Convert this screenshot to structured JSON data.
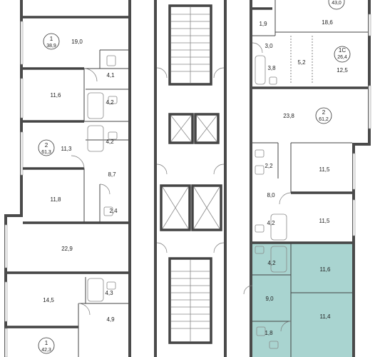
{
  "colors": {
    "highlight": "#a9d4d0",
    "wall": "#4a4a4a",
    "background": "#ffffff"
  },
  "left_column": {
    "apartment_a": {
      "number": "1",
      "area": "38,9"
    },
    "rooms_a": [
      "19,0",
      "4,1",
      "11,6",
      "4,2"
    ],
    "apartment_b": {
      "number": "2",
      "area": "61,3"
    },
    "rooms_b": [
      "4,2",
      "11,3",
      "8,7",
      "11,8",
      "2,4"
    ],
    "room_c": "22,9",
    "rooms_d": [
      "14,5",
      "4,3",
      "4,9"
    ],
    "apartment_e": {
      "number": "1",
      "area": "42,3"
    }
  },
  "right_column": {
    "apartment_top": {
      "area": "43,0"
    },
    "rooms_top": [
      "1,9",
      "18,6"
    ],
    "apartment_studio": {
      "number": "1С",
      "area": "26,4"
    },
    "rooms_studio": [
      "3,0",
      "3,8",
      "5,2",
      "12,5"
    ],
    "apartment_two": {
      "number": "2",
      "area": "61,2"
    },
    "rooms_two": [
      "23,8",
      "2,2",
      "11,5",
      "8,0",
      "11,5",
      "4,2"
    ],
    "highlighted_rooms": [
      "4,2",
      "11,6",
      "9,0",
      "11,4",
      "1,8"
    ]
  }
}
